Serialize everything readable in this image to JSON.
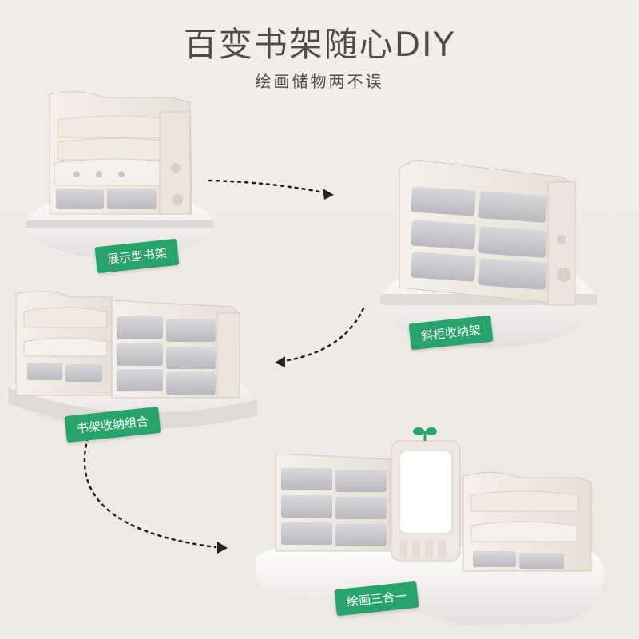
{
  "header": {
    "title": "百变书架随心DIY",
    "subtitle": "绘画储物两不误"
  },
  "labels": {
    "display_bookshelf": "展示型书架",
    "slant_cabinet": "斜柜收纳架",
    "combo": "书架收纳组合",
    "three_in_one": "绘画三合一"
  },
  "colors": {
    "label_green": "#27a36b",
    "background": "#efece6",
    "text": "#4d4c4a"
  }
}
